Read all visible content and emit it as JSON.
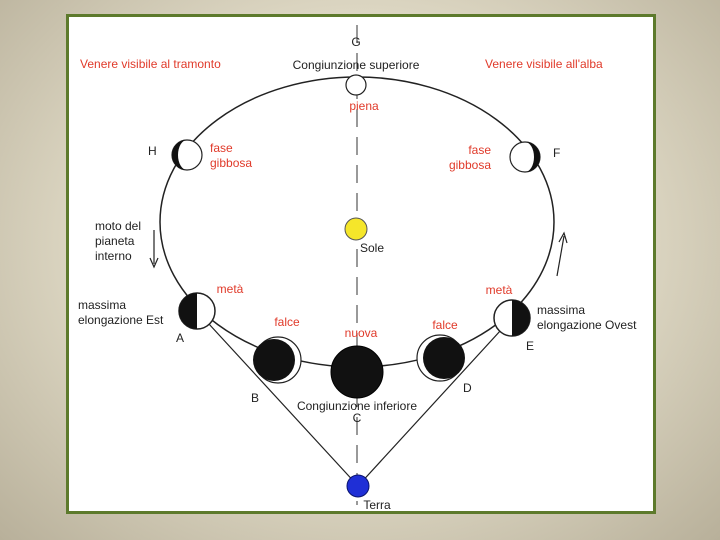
{
  "labels": {
    "letter_g": "G",
    "letter_h": "H",
    "letter_f": "F",
    "letter_a": "A",
    "letter_e": "E",
    "letter_b": "B",
    "letter_d": "D",
    "letter_c": "C",
    "top_left": "Venere visibile al tramonto",
    "top_right": "Venere visibile all'alba",
    "superior_conjunction": "Congiunzione superiore",
    "inferior_conjunction": "Congiunzione inferiore",
    "full": "piena",
    "gibbous_left_1": "fase",
    "gibbous_left_2": "gibbosa",
    "gibbous_right_1": "fase",
    "gibbous_right_2": "gibbosa",
    "sun": "Sole",
    "motion_1": "moto del",
    "motion_2": "pianeta",
    "motion_3": "interno",
    "half_left": "metà",
    "half_right": "metà",
    "elong_east_1": "massima",
    "elong_east_2": "elongazione Est",
    "elong_west_1": "massima",
    "elong_west_2": "elongazione Ovest",
    "crescent_left": "falce",
    "crescent_right": "falce",
    "new": "nuova",
    "earth": "Terra"
  },
  "colors": {
    "frame": "#5d7a2c",
    "label_red": "#e03a2a",
    "sun": "#f5e62a",
    "earth": "#1f2fd6"
  }
}
